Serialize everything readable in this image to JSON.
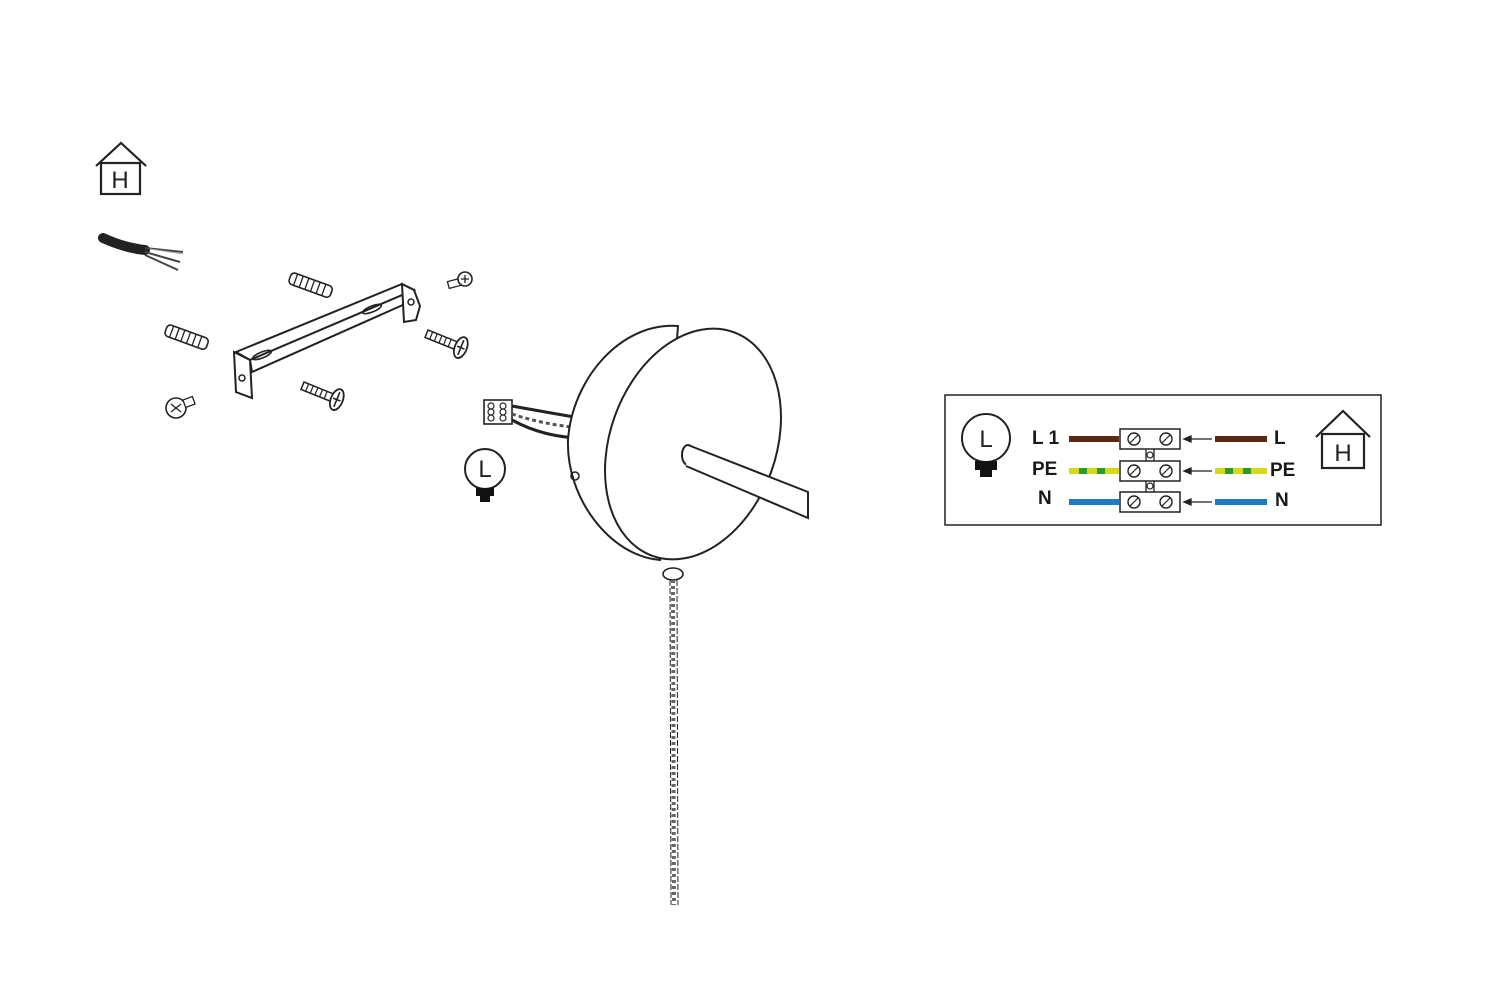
{
  "symbols": {
    "house_letter": "H",
    "lamp_letter": "L"
  },
  "wiring": {
    "left_terminals": [
      {
        "label": "L 1",
        "color": "#5a2a14"
      },
      {
        "label": "PE",
        "color": "#d8d81a",
        "stripe": "#2a9a2a"
      },
      {
        "label": "N",
        "color": "#1f7ac4"
      }
    ],
    "right_terminals": [
      {
        "label": "L",
        "color": "#5a2a14"
      },
      {
        "label": "PE",
        "color": "#d8d81a",
        "stripe": "#2a9a2a"
      },
      {
        "label": "N",
        "color": "#1f7ac4"
      }
    ]
  }
}
